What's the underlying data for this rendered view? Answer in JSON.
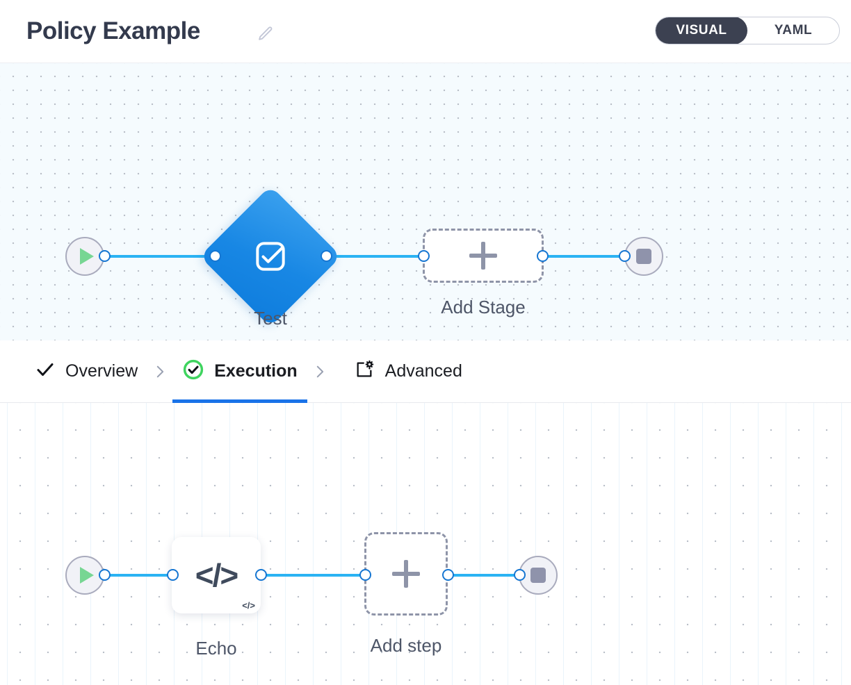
{
  "header": {
    "title": "Policy Example",
    "edit_icon": "pencil-icon",
    "mode_toggle": {
      "options": [
        "VISUAL",
        "YAML"
      ],
      "active": "VISUAL",
      "visual_label": "VISUAL",
      "yaml_label": "YAML"
    }
  },
  "stage_canvas": {
    "start_node": {
      "name": "start",
      "icon": "play-icon"
    },
    "stage_node": {
      "label": "Test",
      "icon": "check-badge-icon"
    },
    "add_stage": {
      "label": "Add Stage",
      "icon": "plus-icon"
    },
    "end_node": {
      "name": "end",
      "icon": "stop-icon"
    }
  },
  "tabs": [
    {
      "label": "Overview",
      "icon": "check-icon",
      "active": false
    },
    {
      "label": "Execution",
      "icon": "check-circle-green-icon",
      "active": true
    },
    {
      "label": "Advanced",
      "icon": "square-gear-icon",
      "active": false
    }
  ],
  "tab_separator": "chevron-right-icon",
  "step_canvas": {
    "start_node": {
      "name": "start",
      "icon": "play-icon"
    },
    "step_node": {
      "label": "Echo",
      "icon": "code-icon",
      "badge": "</>"
    },
    "add_step": {
      "label": "Add step",
      "icon": "plus-icon"
    },
    "end_node": {
      "name": "end",
      "icon": "stop-icon"
    }
  },
  "colors": {
    "accent_blue": "#1a73e8",
    "edge_blue": "#2bb3f3",
    "node_blue": "#1887e4",
    "success_green": "#3fd45f",
    "play_green": "#77d693",
    "title_navy": "#333a4d",
    "toggle_dark": "#3c4151",
    "muted_gray": "#8e94a8"
  }
}
